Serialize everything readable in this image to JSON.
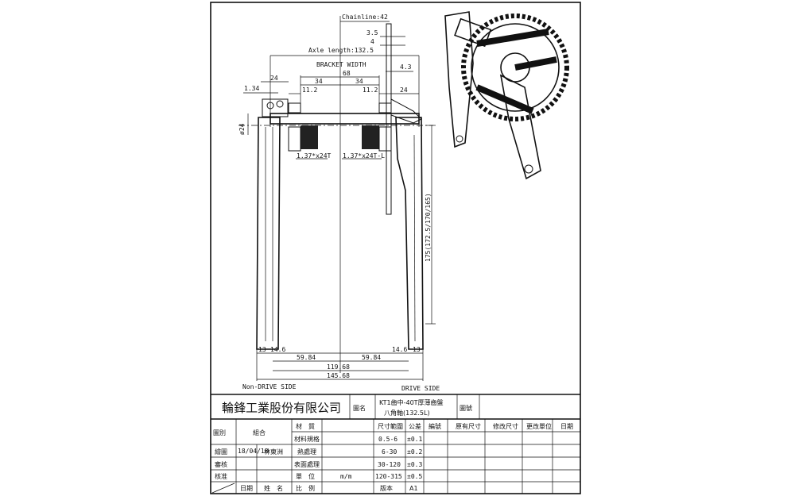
{
  "drawing": {
    "chainline": "Chainline:42",
    "dim_3_5": "3.5",
    "dim_4": "4",
    "axle_length": "Axle length:132.5",
    "bracket_width": "BRACKET WIDTH",
    "bracket_68": "68",
    "dim_4_3": "4.3",
    "dim_24_left": "24",
    "dim_1_34": "1.34",
    "dim_34_left": "34",
    "dim_34_right": "34",
    "dim_11_2_left": "11.2",
    "dim_11_2_right": "11.2",
    "dim_24_right": "24",
    "dia_24": "ø24",
    "thread_left": "1.37*x24T",
    "thread_right": "1.37*x24T-L",
    "crank_length": "175(172.5/170/165)",
    "b13_left": "13",
    "b14_6_left": "14.6",
    "b59_84_left": "59.84",
    "b59_84_right": "59.84",
    "b14_6_right": "14.6",
    "b13_right": "13",
    "q_119_68": "119.68",
    "q_145_68": "145.68",
    "non_drive_side": "Non-DRIVE SIDE",
    "drive_side": "DRIVE SIDE"
  },
  "title_block": {
    "company": "輪鋒工業股份有限公司",
    "name_label": "圖名",
    "name_line1": "KT1齒中-40T厚薄齒盤",
    "name_line2": "八角軸(132.5L)",
    "number_label": "圖號",
    "category_label": "圖別",
    "category_value": "組合",
    "material_label": "材　質",
    "spec_label": "材料規格",
    "heat_label": "熱處理",
    "surface_label": "表面處理",
    "unit_label": "單　位",
    "unit_value": "m/m",
    "scale_label": "比　例",
    "draw_label": "繪圖",
    "draw_date": "18/04/18",
    "draw_name": "林東洲",
    "review_label": "審核",
    "approve_label": "核准",
    "date_label": "日期",
    "person_label": "姓　名",
    "range_header": "尺寸範圍",
    "tol_header": "公差",
    "ranges": [
      "0.5-6",
      "6-30",
      "30-120",
      "120-315"
    ],
    "tolerances": [
      "±0.1",
      "±0.2",
      "±0.3",
      "±0.5"
    ],
    "version_label": "版本",
    "version_value": "A1",
    "rev_headers": [
      "編號",
      "原有尺寸",
      "修改尺寸",
      "更改單位",
      "日期"
    ]
  }
}
